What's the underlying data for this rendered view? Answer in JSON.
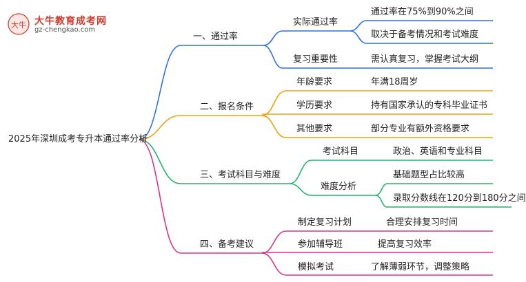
{
  "logo": {
    "title": "大牛教育成考网",
    "url": "gz-chengkao.com",
    "mark": "大牛"
  },
  "root": "2025年深圳成考专升本通过率分析",
  "colors": {
    "blue": "#2f6fe0",
    "orange": "#f0a10a",
    "green": "#21b36a",
    "magenta": "#d6338a"
  },
  "branches": [
    {
      "label": "一、通过率",
      "children": [
        {
          "label": "实际通过率",
          "leaves": [
            "通过率在75%到90%之间",
            "取决于备考情况和考试难度"
          ]
        },
        {
          "label": "复习重要性",
          "leaves": [
            "需认真复习，掌握考试大纲"
          ]
        }
      ]
    },
    {
      "label": "二、报名条件",
      "children": [
        {
          "label": "年龄要求",
          "leaves": [
            "年满18周岁"
          ]
        },
        {
          "label": "学历要求",
          "leaves": [
            "持有国家承认的专科毕业证书"
          ]
        },
        {
          "label": "其他要求",
          "leaves": [
            "部分专业有额外资格要求"
          ]
        }
      ]
    },
    {
      "label": "三、考试科目与难度",
      "children": [
        {
          "label": "考试科目",
          "leaves": [
            "政治、英语和专业科目"
          ]
        },
        {
          "label": "难度分析",
          "leaves": [
            "基础题型占比较高",
            "录取分数线在120分到180分之间"
          ]
        }
      ]
    },
    {
      "label": "四、备考建议",
      "children": [
        {
          "label": "制定复习计划",
          "leaves": [
            "合理安排复习时间"
          ]
        },
        {
          "label": "参加辅导班",
          "leaves": [
            "提高复习效率"
          ]
        },
        {
          "label": "模拟考试",
          "leaves": [
            "了解薄弱环节，调整策略"
          ]
        }
      ]
    }
  ]
}
